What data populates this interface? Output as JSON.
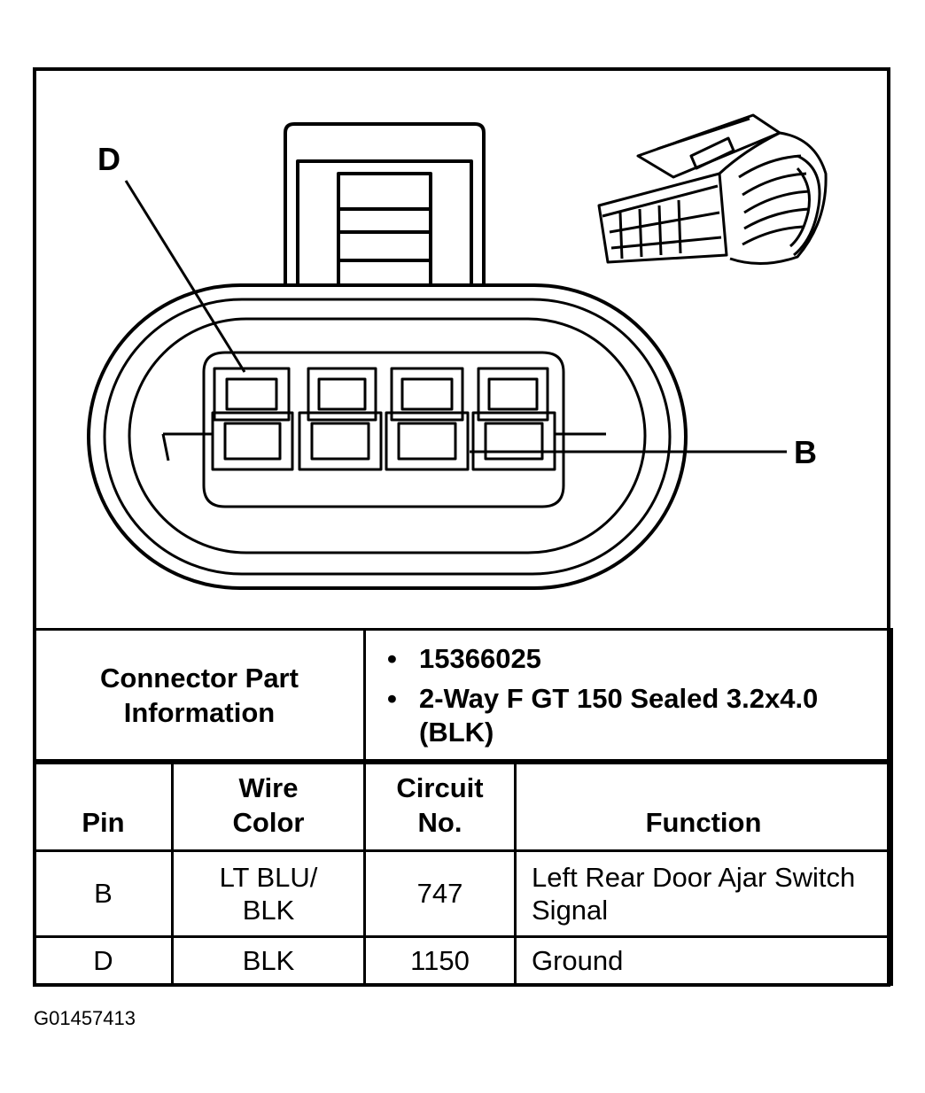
{
  "diagram": {
    "callouts": {
      "pin_d": "D",
      "pin_b": "B"
    }
  },
  "part_info": {
    "header": "Connector Part Information",
    "items": [
      "15366025",
      "2-Way F GT 150 Sealed 3.2x4.0 (BLK)"
    ]
  },
  "pin_table": {
    "headers": {
      "pin": "Pin",
      "wire_color": "Wire Color",
      "circuit": "Circuit No.",
      "function": "Function"
    },
    "rows": [
      {
        "pin": "B",
        "wire_color": "LT BLU/ BLK",
        "circuit": "747",
        "function": "Left Rear Door Ajar Switch Signal"
      },
      {
        "pin": "D",
        "wire_color": "BLK",
        "circuit": "1150",
        "function": "Ground"
      }
    ]
  },
  "figure_id": "G01457413"
}
